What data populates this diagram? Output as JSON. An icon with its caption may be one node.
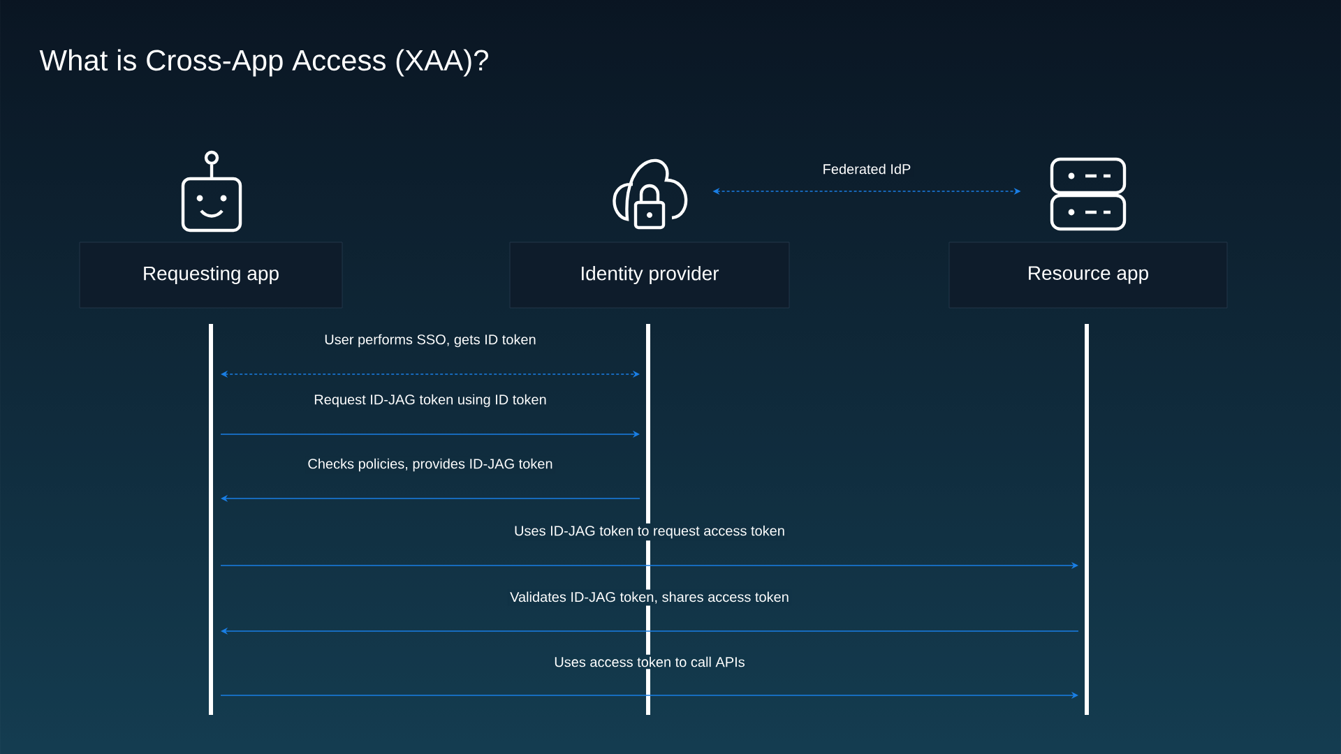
{
  "diagram": {
    "title": "What is Cross-App Access (XAA)?",
    "nodes": [
      {
        "text": [
          "Requesting app"
        ]
      },
      {
        "text": [
          "Identity provider"
        ]
      },
      {
        "text": [
          "Resource app"
        ]
      },
      {
        "text": [],
        "shape": "cloud"
      },
      {
        "text": [],
        "shape": "server"
      }
    ],
    "edges": [
      {
        "from": 0,
        "to": 1,
        "arrow": "both",
        "style": "dashed",
        "label": "User performs SSO, gets ID token"
      },
      {
        "from": 0,
        "to": 1,
        "arrow": "to",
        "label": "Request ID-JAG token using ID token"
      },
      {
        "from": 1,
        "to": 0,
        "arrow": "to",
        "label": "Checks policies, provides ID-JAG token"
      },
      {
        "from": 0,
        "to": 2,
        "arrow": "to",
        "label": "Uses ID-JAG token to request access token"
      },
      {
        "from": 2,
        "to": 0,
        "arrow": "to",
        "label": "Validates ID-JAG token, shares access token"
      },
      {
        "from": 0,
        "to": 2,
        "arrow": "to",
        "label": "Uses access token to call APIs"
      },
      {
        "from": 3,
        "to": 4,
        "arrow": "both",
        "style": "dashed",
        "label": "Federated IdP"
      }
    ]
  }
}
